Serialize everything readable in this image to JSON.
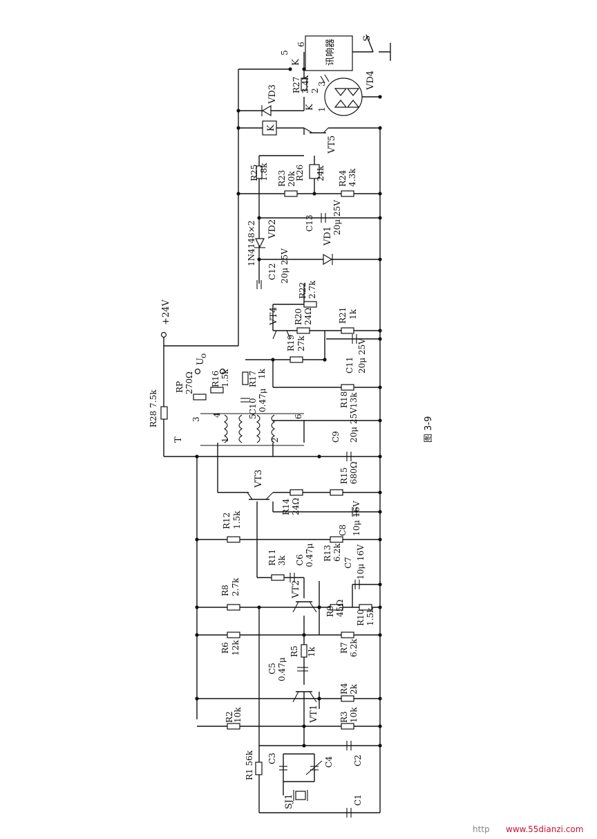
{
  "figure": {
    "title": "图 3-9",
    "watermark_prefix": "http",
    "watermark_site": "www.55dianzi.com"
  },
  "supply": {
    "label": "+24V"
  },
  "output": {
    "label": "U",
    "subscript": "o"
  },
  "switch": {
    "name": "S"
  },
  "alarm": {
    "text": "讯响器",
    "relay": "K",
    "pin_5": "5",
    "pin_6": "6"
  },
  "transformer": {
    "name": "T",
    "pins": [
      "1",
      "2",
      "3",
      "4",
      "5",
      "6"
    ]
  },
  "resistors": [
    {
      "name": "R1",
      "value": "56k"
    },
    {
      "name": "R2",
      "value": "10k"
    },
    {
      "name": "R3",
      "value": "10k"
    },
    {
      "name": "R4",
      "value": "2k"
    },
    {
      "name": "R5",
      "value": "1k"
    },
    {
      "name": "R6",
      "value": "12k"
    },
    {
      "name": "R7",
      "value": "6.2k"
    },
    {
      "name": "R8",
      "value": "2.7k"
    },
    {
      "name": "R9",
      "value": "45Ω"
    },
    {
      "name": "R10",
      "value": "1.5k"
    },
    {
      "name": "R11",
      "value": "3k"
    },
    {
      "name": "R12",
      "value": "1.5k"
    },
    {
      "name": "R13",
      "value": "6.2k"
    },
    {
      "name": "R14",
      "value": "24Ω"
    },
    {
      "name": "R15",
      "value": "680Ω"
    },
    {
      "name": "R16",
      "value": "1.5k"
    },
    {
      "name": "R17",
      "value": "1k"
    },
    {
      "name": "R18",
      "value": "13k"
    },
    {
      "name": "R19",
      "value": "27k"
    },
    {
      "name": "R20",
      "value": "24Ω"
    },
    {
      "name": "R21",
      "value": "1k"
    },
    {
      "name": "R22",
      "value": "2.7k"
    },
    {
      "name": "R23",
      "value": "20k"
    },
    {
      "name": "R24",
      "value": "4.3k"
    },
    {
      "name": "R25",
      "value": "1.8k"
    },
    {
      "name": "R26",
      "value": "24k"
    },
    {
      "name": "R27",
      "value": "3.4k"
    },
    {
      "name": "R28",
      "value": "7.5k"
    },
    {
      "name": "RP",
      "value": "270Ω"
    }
  ],
  "capacitors": [
    {
      "name": "C1",
      "value": ""
    },
    {
      "name": "C2",
      "value": ""
    },
    {
      "name": "C3",
      "value": ""
    },
    {
      "name": "C4",
      "value": ""
    },
    {
      "name": "C5",
      "value": "0.47μ"
    },
    {
      "name": "C6",
      "value": "0.47μ"
    },
    {
      "name": "C7",
      "value": "10μ 16V"
    },
    {
      "name": "C8",
      "value": "10μ 16V"
    },
    {
      "name": "C9",
      "value": "20μ 25V"
    },
    {
      "name": "C10",
      "value": "0.47μ"
    },
    {
      "name": "C11",
      "value": "20μ 25V"
    },
    {
      "name": "C12",
      "value": "20μ 25V"
    },
    {
      "name": "C13",
      "value": "20μ 25V"
    }
  ],
  "transistors": [
    "VT1",
    "VT2",
    "VT3",
    "VT4",
    "VT5"
  ],
  "diodes": {
    "pair_label": "1N4148×2",
    "d1": "VD1",
    "d2": "VD2",
    "d3": "VD3",
    "d4": "VD4"
  },
  "crystal": {
    "name": "SJ1"
  },
  "relay": {
    "name": "K"
  },
  "optocoupler_pins": [
    "1",
    "2",
    "3"
  ]
}
